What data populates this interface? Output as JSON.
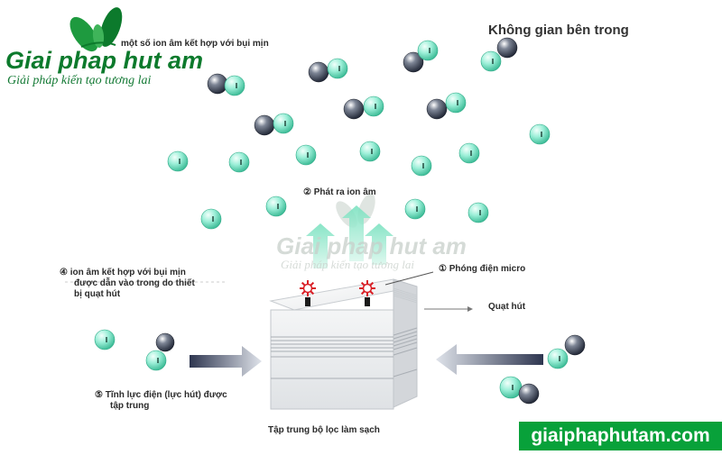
{
  "title": "Không gian bên trong",
  "logo": {
    "name": "Giai phap hut am",
    "tagline": "Giải pháp kiến tạo tương lai"
  },
  "watermark": {
    "name": "Giai phap hut am",
    "tagline": "Giải pháp kiến tạo tương lai"
  },
  "labels": {
    "step3": "một số ion âm kết hợp với bụi mịn",
    "step2": "② Phát ra ion âm",
    "step1": "① Phóng điện micro",
    "fan": "Quạt hút",
    "step4_line1": "④ ion âm kết hợp với bụi mịn",
    "step4_line2": "được dẫn vào trong do thiết",
    "step4_line3": "bị quạt hút",
    "step5_line1": "⑤ Tĩnh lực điện (lực hút) được",
    "step5_line2": "tập trung",
    "filter": "Tập trung bộ lọc làm sạch"
  },
  "website": "giaiphaphutam.com",
  "colors": {
    "ion": "#7fe3cc",
    "dust": "#2e3545",
    "logo_green": "#0c7a2c",
    "badge": "#08a13a",
    "spark": "#d91f26",
    "arrow_up": "#8fe7c9"
  }
}
